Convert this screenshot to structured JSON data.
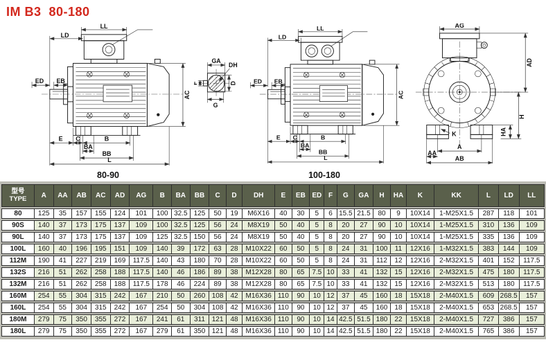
{
  "page": {
    "title": "IM B3  80-180"
  },
  "drawings": {
    "captions": {
      "small": "80-90",
      "large": "100-180"
    },
    "dim_labels": {
      "LL": "LL",
      "LD": "LD",
      "ED": "ED",
      "EB": "EB",
      "AC": "AC",
      "E": "E",
      "C": "C",
      "BA": "BA",
      "B": "B",
      "BB": "BB",
      "L": "L",
      "GA": "GA",
      "DH": "DH",
      "F": "F",
      "D": "D",
      "G": "G",
      "AG": "AG",
      "AD": "AD",
      "H": "H",
      "HA": "HA",
      "K": "K",
      "A": "A",
      "AA": "AA",
      "AB": "AB"
    }
  },
  "colors": {
    "title_red": "#d3281d",
    "table_header_bg": "#5a604b",
    "row_alt_bg": "#e9efda",
    "table_frame_bg": "#bdbdb5"
  },
  "table": {
    "type_header": {
      "line1": "型号",
      "line2": "TYPE"
    },
    "columns": [
      "A",
      "AA",
      "AB",
      "AC",
      "AD",
      "AG",
      "B",
      "BA",
      "BB",
      "C",
      "D",
      "DH",
      "E",
      "EB",
      "ED",
      "F",
      "G",
      "GA",
      "H",
      "HA",
      "K",
      "KK",
      "L",
      "LD",
      "LL"
    ],
    "rows": [
      {
        "type": "80",
        "values": [
          "125",
          "35",
          "157",
          "155",
          "124",
          "101",
          "100",
          "32.5",
          "125",
          "50",
          "19",
          "M6X16",
          "40",
          "30",
          "5",
          "6",
          "15.5",
          "21.5",
          "80",
          "9",
          "10X14",
          "1-M25X1.5",
          "287",
          "118",
          "101"
        ]
      },
      {
        "type": "90S",
        "values": [
          "140",
          "37",
          "173",
          "175",
          "137",
          "109",
          "100",
          "32.5",
          "125",
          "56",
          "24",
          "M8X19",
          "50",
          "40",
          "5",
          "8",
          "20",
          "27",
          "90",
          "10",
          "10X14",
          "1-M25X1.5",
          "310",
          "136",
          "109"
        ]
      },
      {
        "type": "90L",
        "values": [
          "140",
          "37",
          "173",
          "175",
          "137",
          "109",
          "125",
          "32.5",
          "150",
          "56",
          "24",
          "M8X19",
          "50",
          "40",
          "5",
          "8",
          "20",
          "27",
          "90",
          "10",
          "10X14",
          "1-M25X1.5",
          "335",
          "136",
          "109"
        ]
      },
      {
        "type": "100L",
        "values": [
          "160",
          "40",
          "196",
          "195",
          "151",
          "109",
          "140",
          "39",
          "172",
          "63",
          "28",
          "M10X22",
          "60",
          "50",
          "5",
          "8",
          "24",
          "31",
          "100",
          "11",
          "12X16",
          "1-M32X1.5",
          "383",
          "144",
          "109"
        ]
      },
      {
        "type": "112M",
        "values": [
          "190",
          "41",
          "227",
          "219",
          "169",
          "117.5",
          "140",
          "43",
          "180",
          "70",
          "28",
          "M10X22",
          "60",
          "50",
          "5",
          "8",
          "24",
          "31",
          "112",
          "12",
          "12X16",
          "2-M32X1.5",
          "401",
          "152",
          "117.5"
        ]
      },
      {
        "type": "132S",
        "values": [
          "216",
          "51",
          "262",
          "258",
          "188",
          "117.5",
          "140",
          "46",
          "186",
          "89",
          "38",
          "M12X28",
          "80",
          "65",
          "7.5",
          "10",
          "33",
          "41",
          "132",
          "15",
          "12X16",
          "2-M32X1.5",
          "475",
          "180",
          "117.5"
        ]
      },
      {
        "type": "132M",
        "values": [
          "216",
          "51",
          "262",
          "258",
          "188",
          "117.5",
          "178",
          "46",
          "224",
          "89",
          "38",
          "M12X28",
          "80",
          "65",
          "7.5",
          "10",
          "33",
          "41",
          "132",
          "15",
          "12X16",
          "2-M32X1.5",
          "513",
          "180",
          "117.5"
        ]
      },
      {
        "type": "160M",
        "values": [
          "254",
          "55",
          "304",
          "315",
          "242",
          "167",
          "210",
          "50",
          "260",
          "108",
          "42",
          "M16X36",
          "110",
          "90",
          "10",
          "12",
          "37",
          "45",
          "160",
          "18",
          "15X18",
          "2-M40X1.5",
          "609",
          "268.5",
          "157"
        ]
      },
      {
        "type": "160L",
        "values": [
          "254",
          "55",
          "304",
          "315",
          "242",
          "167",
          "254",
          "50",
          "304",
          "108",
          "42",
          "M16X36",
          "110",
          "90",
          "10",
          "12",
          "37",
          "45",
          "160",
          "18",
          "15X18",
          "2-M40X1.5",
          "653",
          "268.5",
          "157"
        ]
      },
      {
        "type": "180M",
        "values": [
          "279",
          "75",
          "350",
          "355",
          "272",
          "167",
          "241",
          "61",
          "311",
          "121",
          "48",
          "M16X36",
          "110",
          "90",
          "10",
          "14",
          "42.5",
          "51.5",
          "180",
          "22",
          "15X18",
          "2-M40X1.5",
          "727",
          "386",
          "157"
        ]
      },
      {
        "type": "180L",
        "values": [
          "279",
          "75",
          "350",
          "355",
          "272",
          "167",
          "279",
          "61",
          "350",
          "121",
          "48",
          "M16X36",
          "110",
          "90",
          "10",
          "14",
          "42.5",
          "51.5",
          "180",
          "22",
          "15X18",
          "2-M40X1.5",
          "765",
          "386",
          "157"
        ]
      }
    ]
  }
}
